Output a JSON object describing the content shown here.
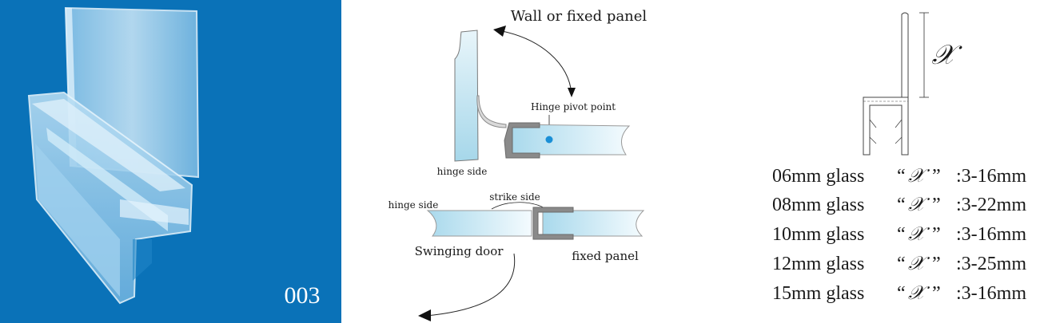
{
  "product": {
    "code": "003"
  },
  "diagram": {
    "wall_label": "Wall or fixed panel",
    "pivot_label": "Hinge pivot point",
    "hinge_side_top": "hinge side",
    "hinge_side_bottom": "hinge side",
    "strike_side": "strike side",
    "swinging_door": "Swinging door",
    "fixed_panel": "fixed panel"
  },
  "profile": {
    "dimension_symbol": "𝒳",
    "specs": [
      {
        "thickness": "06mm glass",
        "open_quote": "“",
        "symbol": "𝒳",
        "close_quote": "”",
        "range": ":3-16mm"
      },
      {
        "thickness": "08mm glass",
        "open_quote": "“",
        "symbol": "𝒳",
        "close_quote": "”",
        "range": ":3-22mm"
      },
      {
        "thickness": "10mm glass",
        "open_quote": "“",
        "symbol": "𝒳",
        "close_quote": "”",
        "range": ":3-16mm"
      },
      {
        "thickness": "12mm glass",
        "open_quote": "“",
        "symbol": "𝒳",
        "close_quote": "”",
        "range": ":3-25mm"
      },
      {
        "thickness": "15mm glass",
        "open_quote": "“",
        "symbol": "𝒳",
        "close_quote": "”",
        "range": ":3-16mm"
      }
    ]
  },
  "colors": {
    "panel_blue": "#0a72b8",
    "glass_tint": "#bfe3ef",
    "pivot_dot": "#1a8fd6",
    "seal_gray": "#8a8a8a"
  }
}
